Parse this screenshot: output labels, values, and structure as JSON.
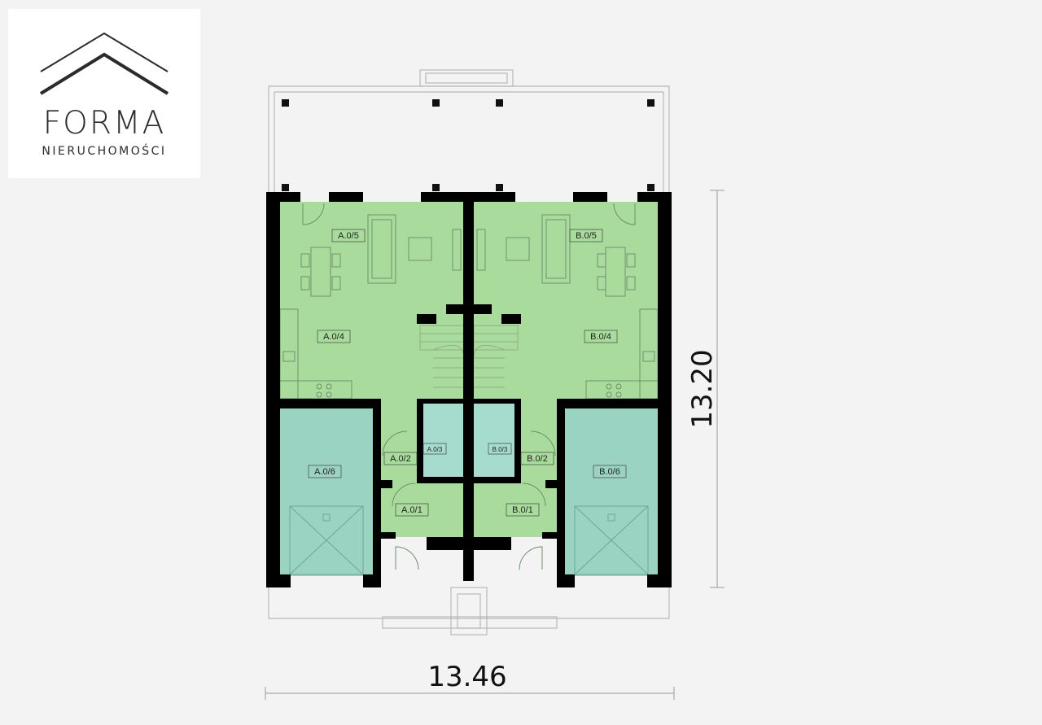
{
  "logo": {
    "title": "FORMA",
    "subtitle": "NIERUCHOMOŚCI"
  },
  "dimensions": {
    "width_label": "13.46",
    "height_label": "13.20"
  },
  "rooms": {
    "a05": "A.0/5",
    "a04": "A.0/4",
    "a06": "A.0/6",
    "a03": "A.0/3",
    "a02": "A.0/2",
    "a01": "A.0/1",
    "b05": "B.0/5",
    "b04": "B.0/4",
    "b06": "B.0/6",
    "b03": "B.0/3",
    "b02": "B.0/2",
    "b01": "B.0/1"
  },
  "colors": {
    "living_area": "#a9dc9c",
    "garage": "#9bd3c2",
    "bathroom": "#a6dccd",
    "wall": "#000000",
    "background": "#f3f3f3"
  }
}
